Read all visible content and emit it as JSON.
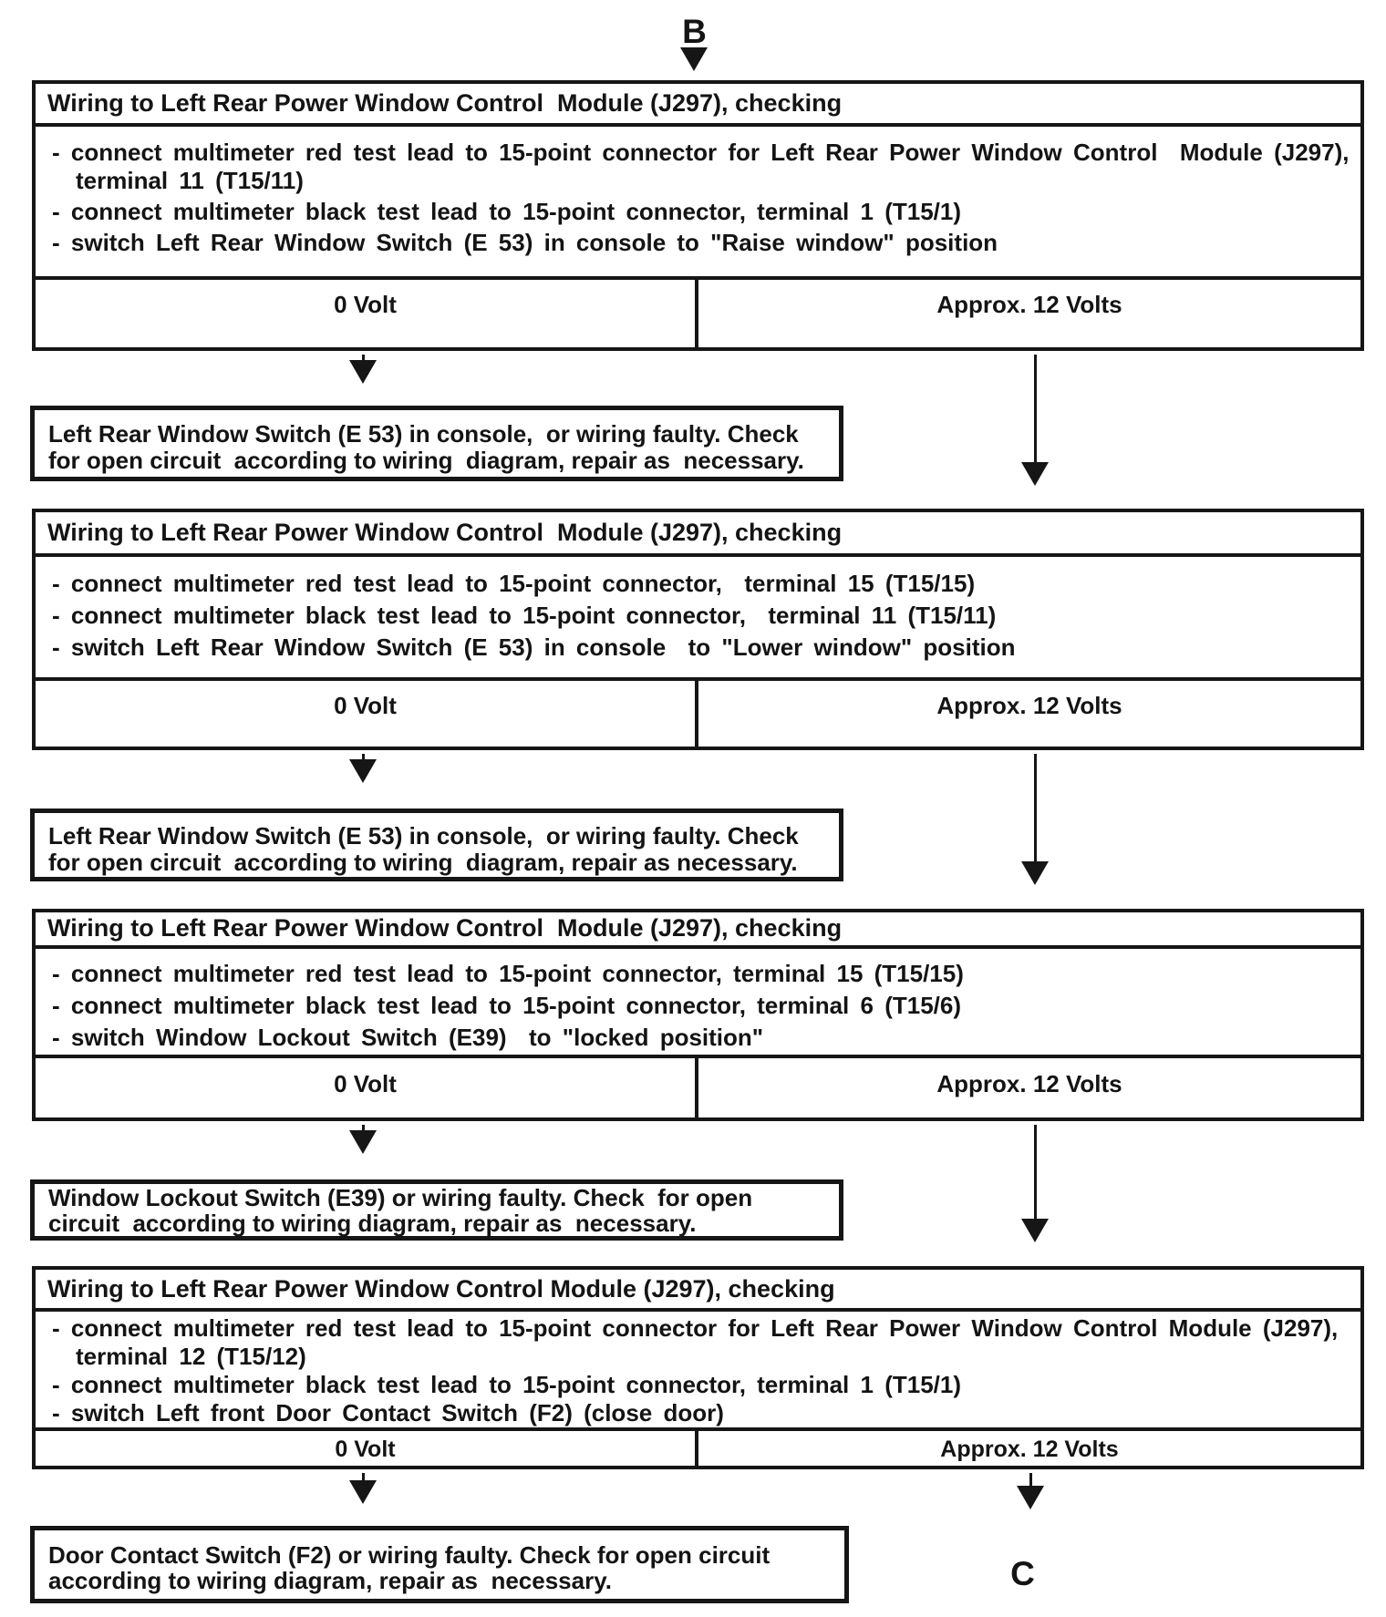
{
  "connectors": {
    "top": "B",
    "bottom": "C"
  },
  "boxes": [
    {
      "header": "Wiring to Left Rear Power Window Control  Module (J297), checking",
      "bullets": [
        [
          "- connect multimeter red test lead to 15-point connector for Left Rear Power Window Control  Module (J297),",
          "terminal 11 (T15/11)"
        ],
        [
          "- connect multimeter black test lead to 15-point connector, terminal 1 (T15/1)"
        ],
        [
          "- switch Left Rear Window Switch (E 53) in console to \"Raise window\" position"
        ]
      ],
      "results": {
        "left": "0 Volt",
        "right": "Approx. 12 Volts"
      }
    },
    {
      "header": "Wiring to Left Rear Power Window Control  Module (J297), checking",
      "bullets": [
        [
          "- connect multimeter red test lead to 15-point connector,  terminal 15 (T15/15)"
        ],
        [
          "- connect multimeter black test lead to 15-point connector,  terminal 11 (T15/11)"
        ],
        [
          "- switch Left Rear Window Switch (E 53) in console  to \"Lower window\" position"
        ]
      ],
      "results": {
        "left": "0 Volt",
        "right": "Approx. 12 Volts"
      }
    },
    {
      "header": "Wiring to Left Rear Power Window Control  Module (J297), checking",
      "bullets": [
        [
          "- connect multimeter red test lead to 15-point connector, terminal 15 (T15/15)"
        ],
        [
          "- connect multimeter black test lead to 15-point connector, terminal 6 (T15/6)"
        ],
        [
          "- switch Window Lockout Switch (E39)  to \"locked position\""
        ]
      ],
      "results": {
        "left": "0 Volt",
        "right": "Approx. 12 Volts"
      }
    },
    {
      "header": "Wiring to Left Rear Power Window Control Module (J297), checking",
      "bullets": [
        [
          "- connect multimeter red test lead to 15-point connector for Left Rear Power Window Control Module (J297),",
          "terminal 12 (T15/12)"
        ],
        [
          "- connect multimeter black test lead to 15-point connector, terminal 1 (T15/1)"
        ],
        [
          "- switch Left front Door Contact Switch (F2) (close door)"
        ]
      ],
      "results": {
        "left": "0 Volt",
        "right": "Approx. 12 Volts"
      }
    }
  ],
  "errors": [
    {
      "lines": [
        "Left Rear Window Switch (E 53) in console,  or wiring faulty. Check",
        "for open circuit  according to wiring  diagram, repair as  necessary."
      ]
    },
    {
      "lines": [
        "Left Rear Window Switch (E 53) in console,  or wiring faulty. Check",
        "for open circuit  according to wiring  diagram, repair as necessary."
      ]
    },
    {
      "lines": [
        "Window Lockout Switch (E39) or wiring faulty. Check  for open",
        "circuit  according to wiring diagram, repair as  necessary."
      ]
    },
    {
      "lines": [
        "Door Contact Switch (F2) or wiring faulty. Check for open circuit",
        "according to wiring diagram, repair as  necessary."
      ]
    }
  ]
}
